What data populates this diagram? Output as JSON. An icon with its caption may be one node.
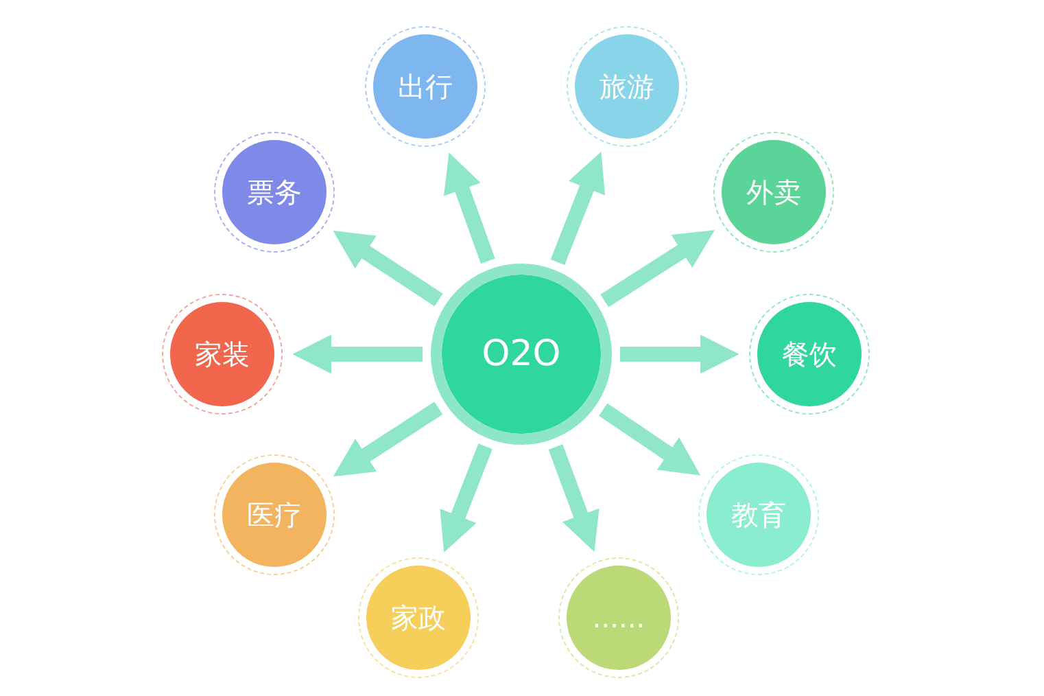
{
  "diagram": {
    "nodes": [
      {
        "text": [
          "O2O"
        ]
      },
      {
        "text": [
          "出行"
        ]
      },
      {
        "text": [
          "旅游"
        ]
      },
      {
        "text": [
          "票务"
        ]
      },
      {
        "text": [
          "外卖"
        ]
      },
      {
        "text": [
          "家装"
        ]
      },
      {
        "text": [
          "餐饮"
        ]
      },
      {
        "text": [
          "医疗"
        ]
      },
      {
        "text": [
          "教育"
        ]
      },
      {
        "text": [
          "家政"
        ]
      },
      {
        "text": [
          "......"
        ]
      }
    ],
    "edges": [
      {
        "from": 0,
        "to": 1,
        "arrow": "to"
      },
      {
        "from": 0,
        "to": 2,
        "arrow": "to"
      },
      {
        "from": 0,
        "to": 3,
        "arrow": "to"
      },
      {
        "from": 0,
        "to": 4,
        "arrow": "to"
      },
      {
        "from": 0,
        "to": 5,
        "arrow": "to"
      },
      {
        "from": 0,
        "to": 6,
        "arrow": "to"
      },
      {
        "from": 0,
        "to": 7,
        "arrow": "to"
      },
      {
        "from": 0,
        "to": 8,
        "arrow": "to"
      },
      {
        "from": 0,
        "to": 9,
        "arrow": "to"
      },
      {
        "from": 0,
        "to": 10,
        "arrow": "to"
      }
    ]
  }
}
